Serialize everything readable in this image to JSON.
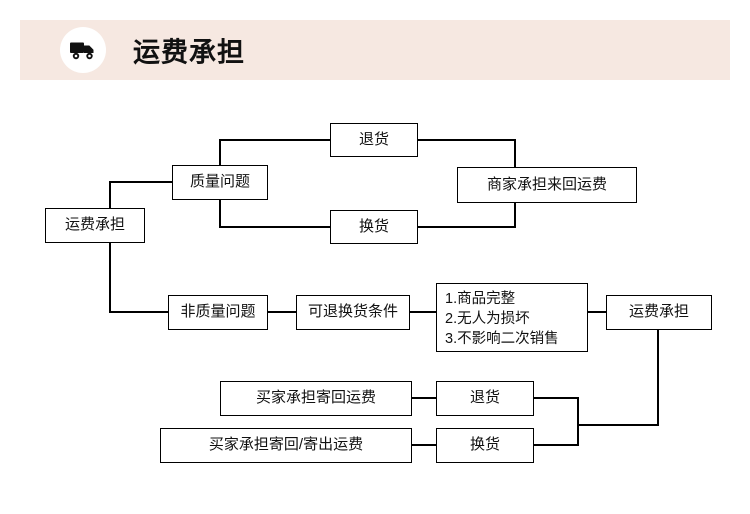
{
  "header": {
    "icon": "truck-icon",
    "title": "运费承担",
    "band_color": "#f6e8e1",
    "circle_color": "#ffffff"
  },
  "diagram": {
    "type": "flowchart",
    "line_color": "#000000",
    "box_border_color": "#000000",
    "box_fill": "#ffffff",
    "nodes": {
      "root": "运费承担",
      "quality_issue": "质量问题",
      "return_top": "退货",
      "exchange_top": "换货",
      "merchant_pays": "商家承担来回运费",
      "non_quality_issue": "非质量问题",
      "return_conditions": "可退换货条件",
      "conditions": {
        "line1": "1.商品完整",
        "line2": "2.无人为损坏",
        "line3": "3.不影响二次销售"
      },
      "shipping_cost": "运费承担",
      "buyer_return_fee": "买家承担寄回运费",
      "buyer_both_fee": "买家承担寄回/寄出运费",
      "return_bottom": "退货",
      "exchange_bottom": "换货"
    },
    "edges": [
      {
        "from": "root",
        "to": "quality_issue"
      },
      {
        "from": "root",
        "to": "non_quality_issue"
      },
      {
        "from": "quality_issue",
        "to": "return_top"
      },
      {
        "from": "quality_issue",
        "to": "exchange_top"
      },
      {
        "from": "return_top",
        "to": "merchant_pays"
      },
      {
        "from": "exchange_top",
        "to": "merchant_pays"
      },
      {
        "from": "non_quality_issue",
        "to": "return_conditions"
      },
      {
        "from": "return_conditions",
        "to": "conditions"
      },
      {
        "from": "conditions",
        "to": "shipping_cost"
      },
      {
        "from": "shipping_cost",
        "to": "return_bottom"
      },
      {
        "from": "shipping_cost",
        "to": "exchange_bottom"
      },
      {
        "from": "buyer_return_fee",
        "to": "return_bottom"
      },
      {
        "from": "buyer_both_fee",
        "to": "exchange_bottom"
      }
    ]
  }
}
